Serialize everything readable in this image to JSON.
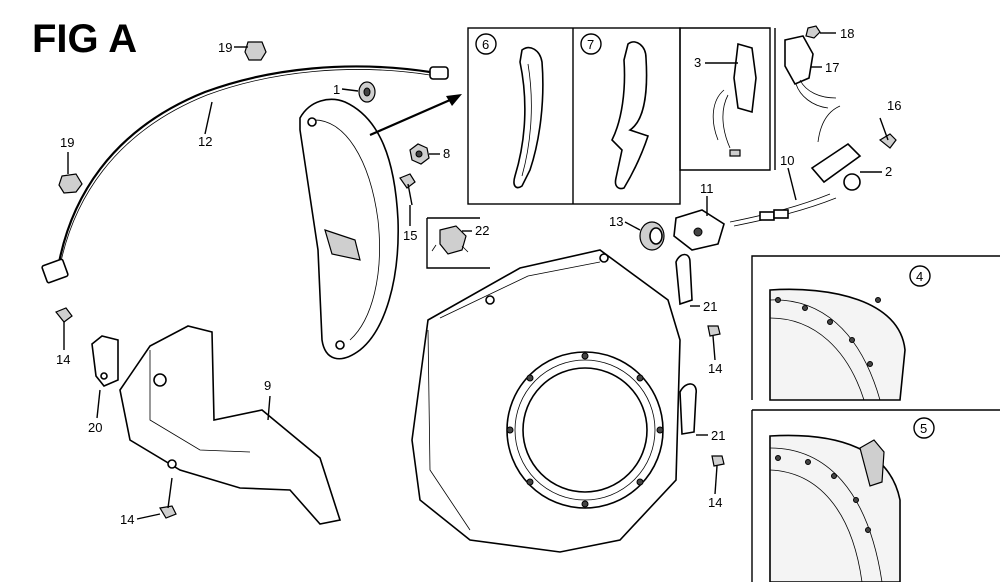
{
  "figure": {
    "title": "FIG A"
  },
  "callouts": {
    "p1": "1",
    "p2": "2",
    "p3": "3",
    "p4": "4",
    "p5": "5",
    "p6": "6",
    "p7": "7",
    "p8": "8",
    "p9": "9",
    "p10": "10",
    "p11": "11",
    "p12": "12",
    "p13": "13",
    "p14a": "14",
    "p14b": "14",
    "p14c": "14",
    "p14d": "14",
    "p15": "15",
    "p16": "16",
    "p17": "17",
    "p18": "18",
    "p19a": "19",
    "p19b": "19",
    "p20": "20",
    "p21a": "21",
    "p21b": "21",
    "p22": "22"
  }
}
